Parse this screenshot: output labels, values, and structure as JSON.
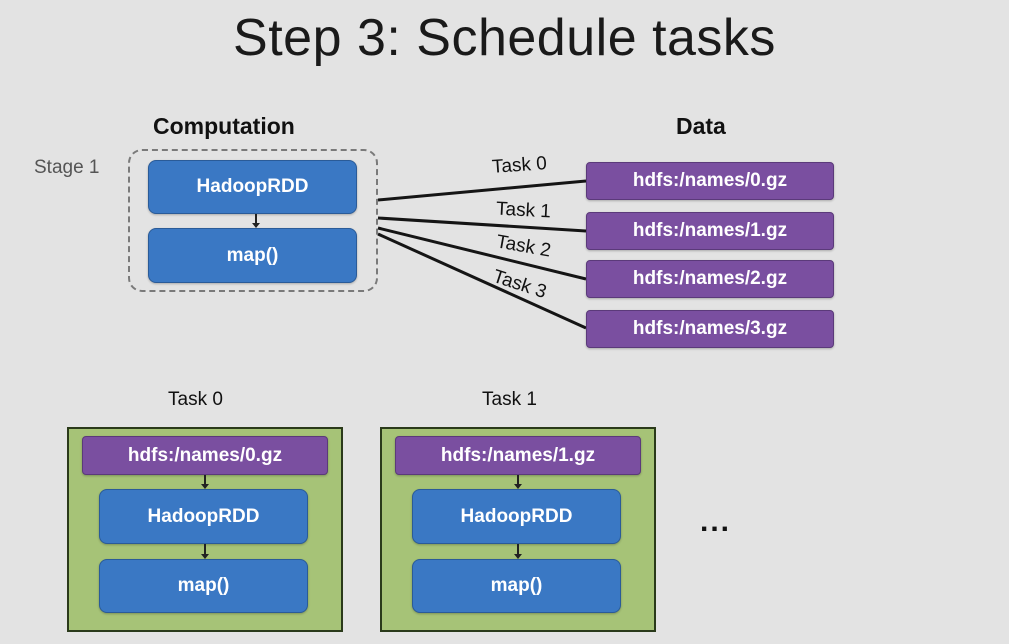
{
  "title": "Step 3: Schedule tasks",
  "headings": {
    "computation": "Computation",
    "data": "Data"
  },
  "stage_label": "Stage 1",
  "stage": {
    "rdd_label": "HadoopRDD",
    "map_label": "map()"
  },
  "data_files": [
    "hdfs:/names/0.gz",
    "hdfs:/names/1.gz",
    "hdfs:/names/2.gz",
    "hdfs:/names/3.gz"
  ],
  "edge_labels": [
    "Task 0",
    "Task 1",
    "Task 2",
    "Task 3"
  ],
  "tasks": [
    {
      "label": "Task 0",
      "file": "hdfs:/names/0.gz",
      "rdd": "HadoopRDD",
      "map": "map()"
    },
    {
      "label": "Task 1",
      "file": "hdfs:/names/1.gz",
      "rdd": "HadoopRDD",
      "map": "map()"
    }
  ],
  "ellipsis": "...",
  "colors": {
    "background": "#e3e3e3",
    "rdd_blue": "#3a78c4",
    "file_purple": "#7a4fa0",
    "task_green": "#a6c377"
  }
}
